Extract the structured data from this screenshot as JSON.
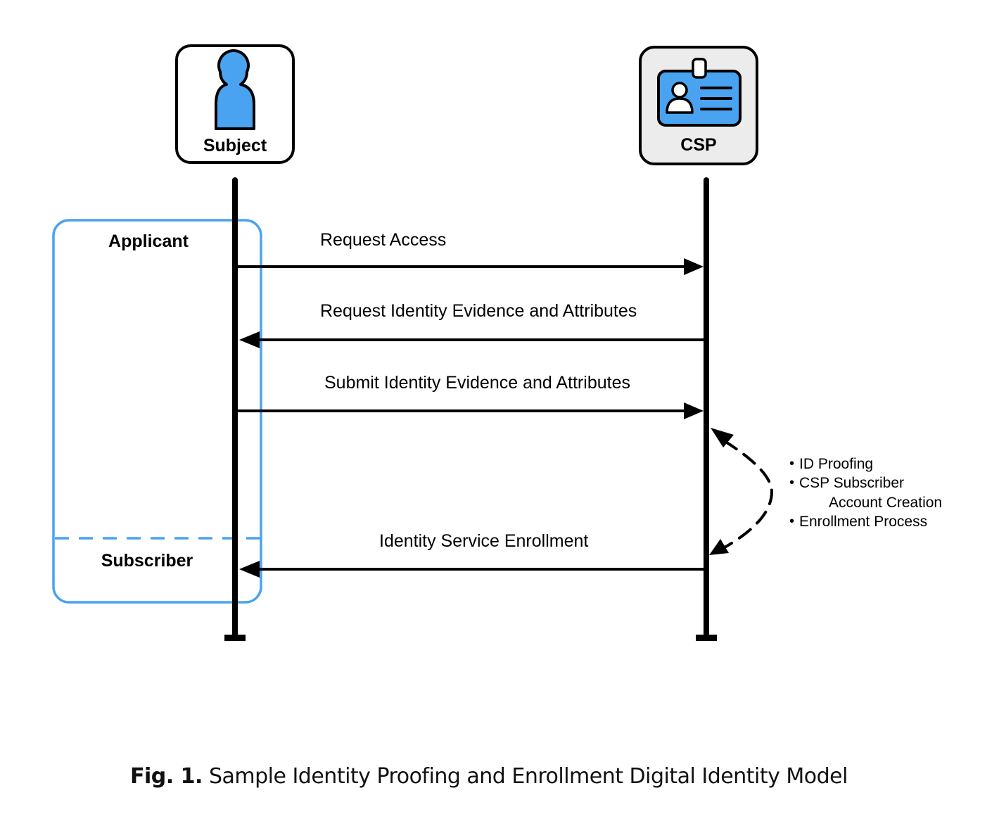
{
  "colors": {
    "accent_blue": "#4aa3f0",
    "line_black": "#000000",
    "csp_box_fill": "#ececec",
    "background": "#ffffff"
  },
  "actors": {
    "subject": {
      "label": "Subject",
      "icon": "person-icon"
    },
    "csp": {
      "label": "CSP",
      "icon": "id-badge-icon"
    }
  },
  "roles": {
    "applicant": "Applicant",
    "subscriber": "Subscriber"
  },
  "messages": [
    {
      "label": "Request Access",
      "from": "Subject",
      "to": "CSP",
      "style": "solid"
    },
    {
      "label": "Request Identity Evidence and Attributes",
      "from": "CSP",
      "to": "Subject",
      "style": "solid"
    },
    {
      "label": "Submit Identity Evidence and Attributes",
      "from": "Subject",
      "to": "CSP",
      "style": "solid"
    },
    {
      "label": "Identity Service Enrollment",
      "from": "CSP",
      "to": "Subject",
      "style": "solid"
    }
  ],
  "self_loop": {
    "style": "dashed",
    "notes": [
      {
        "bullet": "•",
        "text": "ID Proofing"
      },
      {
        "bullet": "•",
        "text": "CSP Subscriber"
      },
      {
        "bullet": "",
        "text": "Account Creation"
      },
      {
        "bullet": "•",
        "text": "Enrollment Process"
      }
    ]
  },
  "caption": {
    "prefix": "Fig. 1.",
    "text": "Sample Identity Proofing and Enrollment Digital Identity Model"
  }
}
